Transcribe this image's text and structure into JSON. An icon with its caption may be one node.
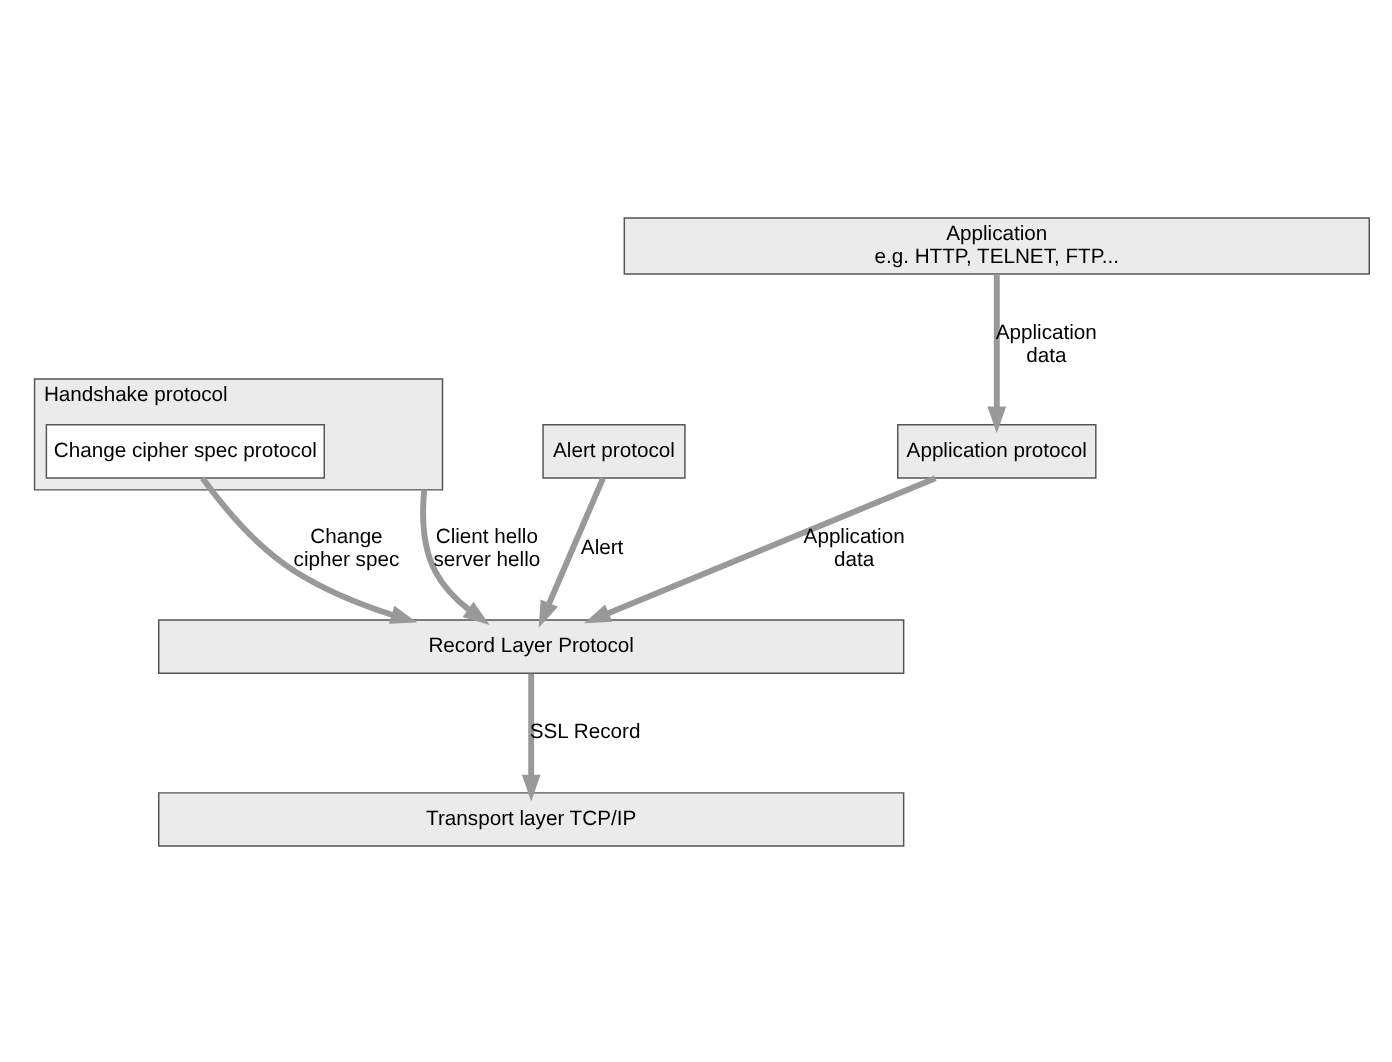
{
  "diagram": {
    "nodes": [
      {
        "text": [
          "Application",
          "e.g. HTTP, TELNET, FTP..."
        ]
      },
      {
        "text": [
          "Handshake protocol"
        ]
      },
      {
        "text": [
          "Change cipher spec protocol"
        ],
        "in": 1
      },
      {
        "text": [
          "Alert protocol"
        ]
      },
      {
        "text": [
          "Application protocol"
        ]
      },
      {
        "text": [
          "Record Layer Protocol"
        ]
      },
      {
        "text": [
          "Transport layer TCP/IP"
        ]
      }
    ],
    "edges": [
      {
        "from": 0,
        "to": 4,
        "arrow": "to",
        "label": "Application data"
      },
      {
        "from": 1,
        "to": 5,
        "arrow": "to",
        "label": "Client hello server hello"
      },
      {
        "from": 2,
        "to": 5,
        "arrow": "to",
        "label": "Change cipher spec"
      },
      {
        "from": 3,
        "to": 5,
        "arrow": "to",
        "label": "Alert"
      },
      {
        "from": 4,
        "to": 5,
        "arrow": "to",
        "label": "Application data"
      },
      {
        "from": 5,
        "to": 6,
        "arrow": "to",
        "label": "SSL Record"
      }
    ]
  }
}
